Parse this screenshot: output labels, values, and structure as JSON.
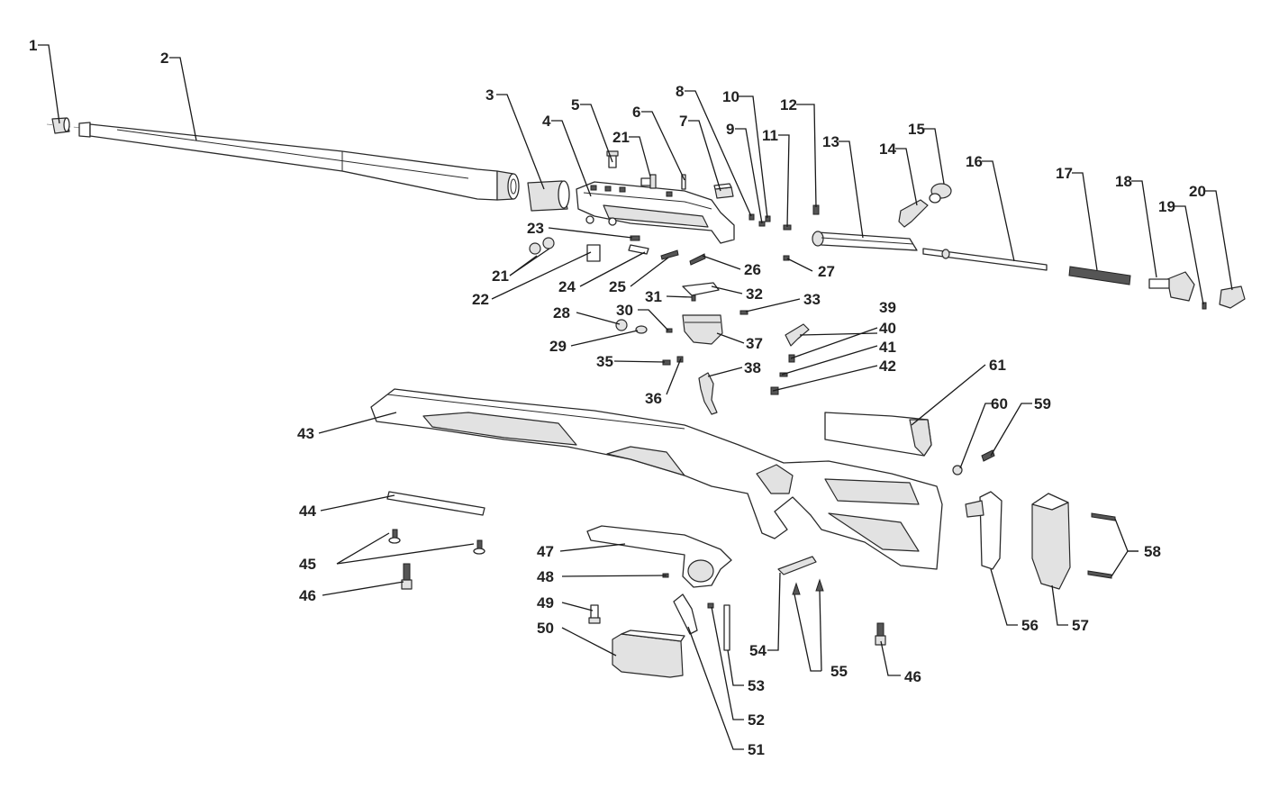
{
  "parts": [
    {
      "id": "1",
      "text": "1"
    },
    {
      "id": "2",
      "text": "2"
    },
    {
      "id": "3",
      "text": "3"
    },
    {
      "id": "4",
      "text": "4"
    },
    {
      "id": "5",
      "text": "5"
    },
    {
      "id": "6",
      "text": "6"
    },
    {
      "id": "7",
      "text": "7"
    },
    {
      "id": "8",
      "text": "8"
    },
    {
      "id": "9",
      "text": "9"
    },
    {
      "id": "10",
      "text": "10"
    },
    {
      "id": "11",
      "text": "11"
    },
    {
      "id": "12",
      "text": "12"
    },
    {
      "id": "13",
      "text": "13"
    },
    {
      "id": "14",
      "text": "14"
    },
    {
      "id": "15",
      "text": "15"
    },
    {
      "id": "16",
      "text": "16"
    },
    {
      "id": "17",
      "text": "17"
    },
    {
      "id": "18",
      "text": "18"
    },
    {
      "id": "19",
      "text": "19"
    },
    {
      "id": "20",
      "text": "20"
    },
    {
      "id": "21a",
      "text": "21"
    },
    {
      "id": "21b",
      "text": "21"
    },
    {
      "id": "22",
      "text": "22"
    },
    {
      "id": "23",
      "text": "23"
    },
    {
      "id": "24",
      "text": "24"
    },
    {
      "id": "25",
      "text": "25"
    },
    {
      "id": "26",
      "text": "26"
    },
    {
      "id": "27",
      "text": "27"
    },
    {
      "id": "28",
      "text": "28"
    },
    {
      "id": "29",
      "text": "29"
    },
    {
      "id": "30",
      "text": "30"
    },
    {
      "id": "31",
      "text": "31"
    },
    {
      "id": "32",
      "text": "32"
    },
    {
      "id": "33",
      "text": "33"
    },
    {
      "id": "35",
      "text": "35"
    },
    {
      "id": "36",
      "text": "36"
    },
    {
      "id": "37",
      "text": "37"
    },
    {
      "id": "38",
      "text": "38"
    },
    {
      "id": "39",
      "text": "39"
    },
    {
      "id": "40",
      "text": "40"
    },
    {
      "id": "41",
      "text": "41"
    },
    {
      "id": "42",
      "text": "42"
    },
    {
      "id": "43",
      "text": "43"
    },
    {
      "id": "44",
      "text": "44"
    },
    {
      "id": "45",
      "text": "45"
    },
    {
      "id": "46a",
      "text": "46"
    },
    {
      "id": "46b",
      "text": "46"
    },
    {
      "id": "47",
      "text": "47"
    },
    {
      "id": "48",
      "text": "48"
    },
    {
      "id": "49",
      "text": "49"
    },
    {
      "id": "50",
      "text": "50"
    },
    {
      "id": "51",
      "text": "51"
    },
    {
      "id": "52",
      "text": "52"
    },
    {
      "id": "53",
      "text": "53"
    },
    {
      "id": "54",
      "text": "54"
    },
    {
      "id": "55",
      "text": "55"
    },
    {
      "id": "56",
      "text": "56"
    },
    {
      "id": "57",
      "text": "57"
    },
    {
      "id": "58",
      "text": "58"
    },
    {
      "id": "59",
      "text": "59"
    },
    {
      "id": "60",
      "text": "60"
    },
    {
      "id": "61",
      "text": "61"
    }
  ]
}
